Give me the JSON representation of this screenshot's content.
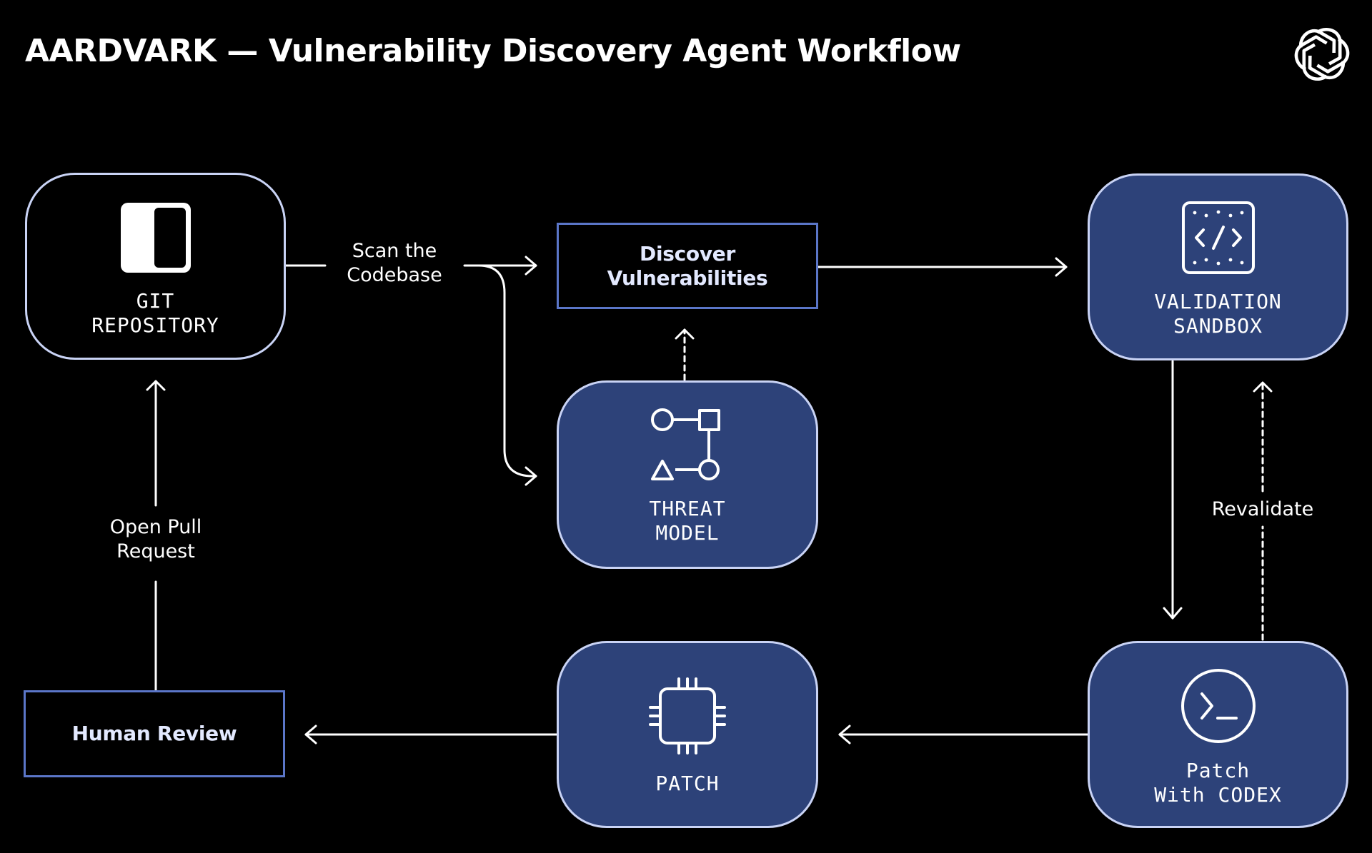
{
  "title": "AARDVARK — Vulnerability Discovery Agent Workflow",
  "brand_logo": "openai-logo",
  "colors": {
    "background": "#000000",
    "node_blue": "#2d4279",
    "node_border": "#c9d3f5",
    "rect_border": "#5b76c8",
    "line": "#ffffff"
  },
  "nodes": {
    "git_repository": {
      "label": "GIT\nREPOSITORY",
      "icon": "repository-icon"
    },
    "discover_vulnerabilities": {
      "label": "Discover\nVulnerabilities"
    },
    "validation_sandbox": {
      "label": "VALIDATION\nSANDBOX",
      "icon": "code-sandbox-icon"
    },
    "threat_model": {
      "label": "THREAT\nMODEL",
      "icon": "shapes-graph-icon"
    },
    "human_review": {
      "label": "Human Review"
    },
    "patch": {
      "label": "PATCH",
      "icon": "chip-icon"
    },
    "patch_with_codex": {
      "label": "Patch\nWith CODEX",
      "icon": "terminal-icon"
    }
  },
  "edges": {
    "scan": "Scan the\nCodebase",
    "open_pr": "Open Pull\nRequest",
    "revalidate": "Revalidate"
  }
}
